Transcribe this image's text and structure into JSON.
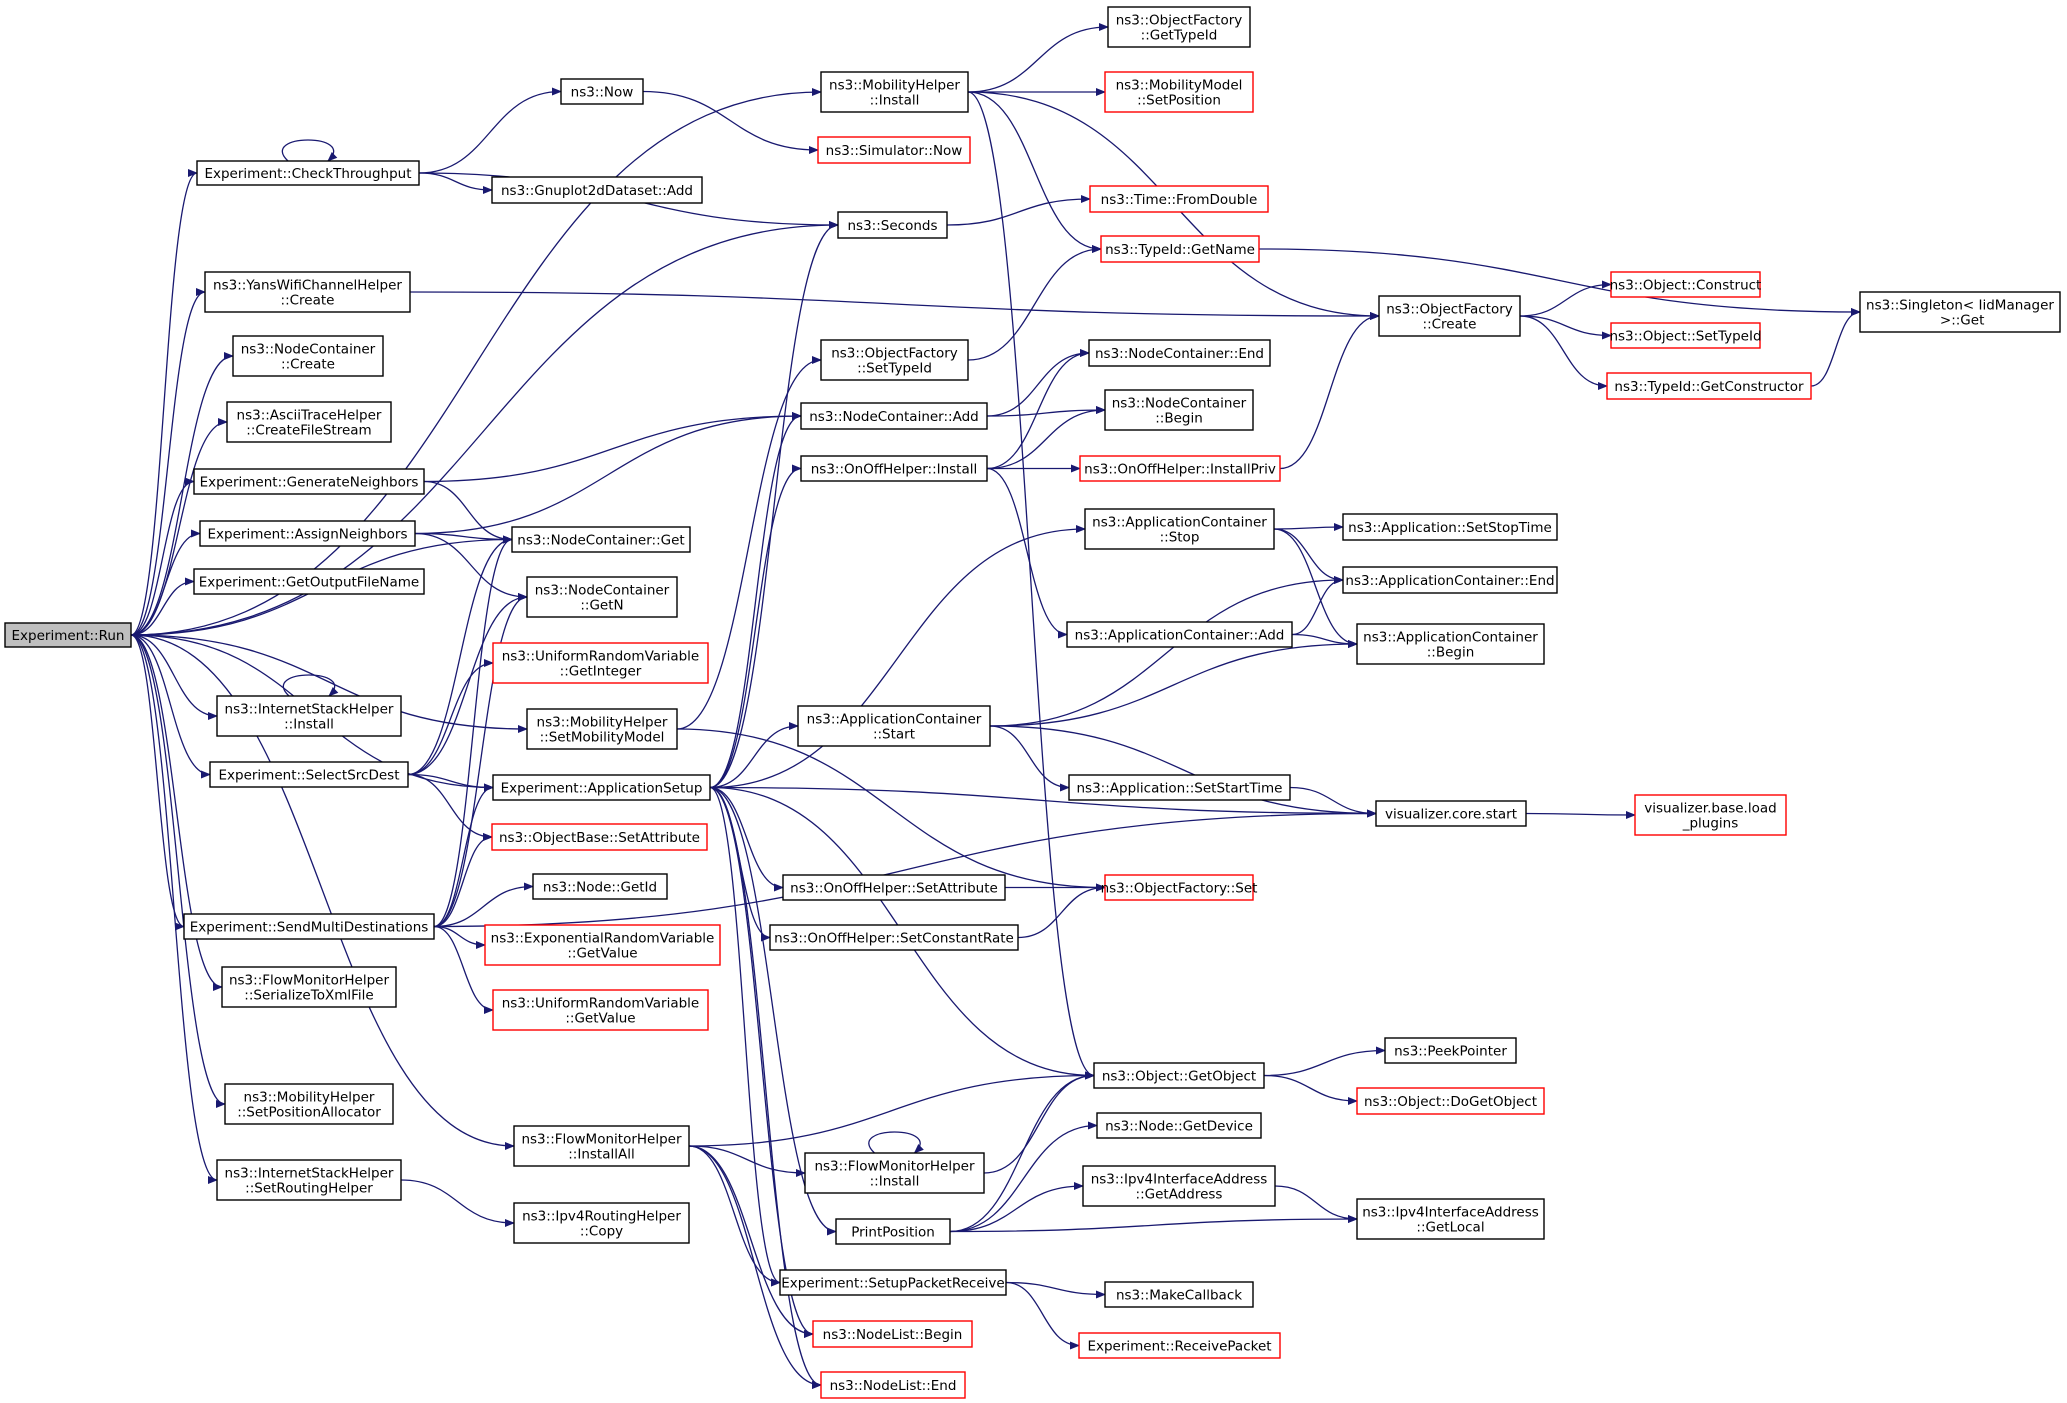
{
  "colors": {
    "edge": "#191970",
    "node_border_normal": "#000000",
    "node_border_truncated": "#ff0000",
    "root_fill": "#bfbfbf"
  },
  "nodes": [
    {
      "id": "run",
      "lines": [
        "Experiment::Run"
      ],
      "style": "root"
    },
    {
      "id": "checkThroughput",
      "lines": [
        "Experiment::CheckThroughput"
      ],
      "style": "normal"
    },
    {
      "id": "seconds",
      "lines": [
        "ns3::Seconds"
      ],
      "style": "normal"
    },
    {
      "id": "yansCreate",
      "lines": [
        "ns3::YansWifiChannelHelper",
        "::Create"
      ],
      "style": "normal"
    },
    {
      "id": "ncCreate",
      "lines": [
        "ns3::NodeContainer",
        "::Create"
      ],
      "style": "normal"
    },
    {
      "id": "asciiCreate",
      "lines": [
        "ns3::AsciiTraceHelper",
        "::CreateFileStream"
      ],
      "style": "normal"
    },
    {
      "id": "genNeighbors",
      "lines": [
        "Experiment::GenerateNeighbors"
      ],
      "style": "normal"
    },
    {
      "id": "assignNeighbors",
      "lines": [
        "Experiment::AssignNeighbors"
      ],
      "style": "normal"
    },
    {
      "id": "getOutput",
      "lines": [
        "Experiment::GetOutputFileName"
      ],
      "style": "normal"
    },
    {
      "id": "ishInstall",
      "lines": [
        "ns3::InternetStackHelper",
        "::Install"
      ],
      "style": "normal"
    },
    {
      "id": "selectSrcDest",
      "lines": [
        "Experiment::SelectSrcDest"
      ],
      "style": "normal"
    },
    {
      "id": "sendMulti",
      "lines": [
        "Experiment::SendMultiDestinations"
      ],
      "style": "normal"
    },
    {
      "id": "fmSerialize",
      "lines": [
        "ns3::FlowMonitorHelper",
        "::SerializeToXmlFile"
      ],
      "style": "normal"
    },
    {
      "id": "mhSetPos",
      "lines": [
        "ns3::MobilityHelper",
        "::SetPositionAllocator"
      ],
      "style": "normal"
    },
    {
      "id": "ishSetRouting",
      "lines": [
        "ns3::InternetStackHelper",
        "::SetRoutingHelper"
      ],
      "style": "normal"
    },
    {
      "id": "now",
      "lines": [
        "ns3::Now"
      ],
      "style": "normal"
    },
    {
      "id": "gnuplotAdd",
      "lines": [
        "ns3::Gnuplot2dDataset::Add"
      ],
      "style": "normal"
    },
    {
      "id": "ncGet",
      "lines": [
        "ns3::NodeContainer::Get"
      ],
      "style": "normal"
    },
    {
      "id": "ncGetN",
      "lines": [
        "ns3::NodeContainer",
        "::GetN"
      ],
      "style": "normal"
    },
    {
      "id": "urvGetInteger",
      "lines": [
        "ns3::UniformRandomVariable",
        "::GetInteger"
      ],
      "style": "red"
    },
    {
      "id": "mhSetMobility",
      "lines": [
        "ns3::MobilityHelper",
        "::SetMobilityModel"
      ],
      "style": "normal"
    },
    {
      "id": "appSetup",
      "lines": [
        "Experiment::ApplicationSetup"
      ],
      "style": "normal"
    },
    {
      "id": "objBaseSetAttr",
      "lines": [
        "ns3::ObjectBase::SetAttribute"
      ],
      "style": "red"
    },
    {
      "id": "nodeGetId",
      "lines": [
        "ns3::Node::GetId"
      ],
      "style": "normal"
    },
    {
      "id": "erv",
      "lines": [
        "ns3::ExponentialRandomVariable",
        "::GetValue"
      ],
      "style": "red"
    },
    {
      "id": "urvGetValue",
      "lines": [
        "ns3::UniformRandomVariable",
        "::GetValue"
      ],
      "style": "red"
    },
    {
      "id": "fmInstallAll",
      "lines": [
        "ns3::FlowMonitorHelper",
        "::InstallAll"
      ],
      "style": "normal"
    },
    {
      "id": "ipv4RoutingCopy",
      "lines": [
        "ns3::Ipv4RoutingHelper",
        "::Copy"
      ],
      "style": "normal"
    },
    {
      "id": "mhInstall",
      "lines": [
        "ns3::MobilityHelper",
        "::Install"
      ],
      "style": "normal"
    },
    {
      "id": "simNow",
      "lines": [
        "ns3::Simulator::Now"
      ],
      "style": "red"
    },
    {
      "id": "ofSetTypeId",
      "lines": [
        "ns3::ObjectFactory",
        "::SetTypeId"
      ],
      "style": "normal"
    },
    {
      "id": "ncAdd",
      "lines": [
        "ns3::NodeContainer::Add"
      ],
      "style": "normal"
    },
    {
      "id": "onoffInstall",
      "lines": [
        "ns3::OnOffHelper::Install"
      ],
      "style": "normal"
    },
    {
      "id": "acStart",
      "lines": [
        "ns3::ApplicationContainer",
        "::Start"
      ],
      "style": "normal"
    },
    {
      "id": "onoffSetAttr",
      "lines": [
        "ns3::OnOffHelper::SetAttribute"
      ],
      "style": "normal"
    },
    {
      "id": "onoffSetRate",
      "lines": [
        "ns3::OnOffHelper::SetConstantRate"
      ],
      "style": "normal"
    },
    {
      "id": "fmInstall",
      "lines": [
        "ns3::FlowMonitorHelper",
        "::Install"
      ],
      "style": "normal"
    },
    {
      "id": "printPosition",
      "lines": [
        "PrintPosition"
      ],
      "style": "normal"
    },
    {
      "id": "setupPacketReceive",
      "lines": [
        "Experiment::SetupPacketReceive"
      ],
      "style": "normal"
    },
    {
      "id": "nlBegin",
      "lines": [
        "ns3::NodeList::Begin"
      ],
      "style": "red"
    },
    {
      "id": "nlEnd",
      "lines": [
        "ns3::NodeList::End"
      ],
      "style": "red"
    },
    {
      "id": "ofGetTypeId",
      "lines": [
        "ns3::ObjectFactory",
        "::GetTypeId"
      ],
      "style": "normal"
    },
    {
      "id": "mmSetPosition",
      "lines": [
        "ns3::MobilityModel",
        "::SetPosition"
      ],
      "style": "red"
    },
    {
      "id": "timeFromDouble",
      "lines": [
        "ns3::Time::FromDouble"
      ],
      "style": "red"
    },
    {
      "id": "typeIdGetName",
      "lines": [
        "ns3::TypeId::GetName"
      ],
      "style": "red"
    },
    {
      "id": "ncEnd",
      "lines": [
        "ns3::NodeContainer::End"
      ],
      "style": "normal"
    },
    {
      "id": "ncBegin",
      "lines": [
        "ns3::NodeContainer",
        "::Begin"
      ],
      "style": "normal"
    },
    {
      "id": "onoffInstallPriv",
      "lines": [
        "ns3::OnOffHelper::InstallPriv"
      ],
      "style": "red"
    },
    {
      "id": "acStop",
      "lines": [
        "ns3::ApplicationContainer",
        "::Stop"
      ],
      "style": "normal"
    },
    {
      "id": "acAdd",
      "lines": [
        "ns3::ApplicationContainer::Add"
      ],
      "style": "normal"
    },
    {
      "id": "appSetStartTime",
      "lines": [
        "ns3::Application::SetStartTime"
      ],
      "style": "normal"
    },
    {
      "id": "ofSet",
      "lines": [
        "ns3::ObjectFactory::Set"
      ],
      "style": "red"
    },
    {
      "id": "objGetObject",
      "lines": [
        "ns3::Object::GetObject"
      ],
      "style": "normal"
    },
    {
      "id": "nodeGetDevice",
      "lines": [
        "ns3::Node::GetDevice"
      ],
      "style": "normal"
    },
    {
      "id": "ipv4GetAddress",
      "lines": [
        "ns3::Ipv4InterfaceAddress",
        "::GetAddress"
      ],
      "style": "normal"
    },
    {
      "id": "makeCallback",
      "lines": [
        "ns3::MakeCallback"
      ],
      "style": "normal"
    },
    {
      "id": "receivePacket",
      "lines": [
        "Experiment::ReceivePacket"
      ],
      "style": "red"
    },
    {
      "id": "ofCreate",
      "lines": [
        "ns3::ObjectFactory",
        "::Create"
      ],
      "style": "normal"
    },
    {
      "id": "appSetStopTime",
      "lines": [
        "ns3::Application::SetStopTime"
      ],
      "style": "normal"
    },
    {
      "id": "acEnd",
      "lines": [
        "ns3::ApplicationContainer::End"
      ],
      "style": "normal"
    },
    {
      "id": "acBegin",
      "lines": [
        "ns3::ApplicationContainer",
        "::Begin"
      ],
      "style": "normal"
    },
    {
      "id": "vizStart",
      "lines": [
        "visualizer.core.start"
      ],
      "style": "normal"
    },
    {
      "id": "peekPointer",
      "lines": [
        "ns3::PeekPointer"
      ],
      "style": "normal"
    },
    {
      "id": "doGetObject",
      "lines": [
        "ns3::Object::DoGetObject"
      ],
      "style": "red"
    },
    {
      "id": "ipv4GetLocal",
      "lines": [
        "ns3::Ipv4InterfaceAddress",
        "::GetLocal"
      ],
      "style": "normal"
    },
    {
      "id": "objConstruct",
      "lines": [
        "ns3::Object::Construct"
      ],
      "style": "red"
    },
    {
      "id": "objSetTypeId",
      "lines": [
        "ns3::Object::SetTypeId"
      ],
      "style": "red"
    },
    {
      "id": "typeIdGetConstructor",
      "lines": [
        "ns3::TypeId::GetConstructor"
      ],
      "style": "red"
    },
    {
      "id": "vizLoadPlugins",
      "lines": [
        "visualizer.base.load",
        "_plugins"
      ],
      "style": "red"
    },
    {
      "id": "singletonGet",
      "lines": [
        "ns3::Singleton< IidManager",
        " >::Get"
      ],
      "style": "normal"
    }
  ],
  "edges": [
    [
      "run",
      "mhInstall"
    ],
    [
      "run",
      "checkThroughput"
    ],
    [
      "run",
      "seconds"
    ],
    [
      "run",
      "yansCreate"
    ],
    [
      "run",
      "ncCreate"
    ],
    [
      "run",
      "asciiCreate"
    ],
    [
      "run",
      "genNeighbors"
    ],
    [
      "run",
      "assignNeighbors"
    ],
    [
      "run",
      "getOutput"
    ],
    [
      "run",
      "ncGet"
    ],
    [
      "run",
      "ishInstall"
    ],
    [
      "run",
      "selectSrcDest"
    ],
    [
      "run",
      "mhSetMobility"
    ],
    [
      "run",
      "appSetup"
    ],
    [
      "run",
      "sendMulti"
    ],
    [
      "run",
      "fmSerialize"
    ],
    [
      "run",
      "fmInstallAll"
    ],
    [
      "run",
      "mhSetPos"
    ],
    [
      "run",
      "ishSetRouting"
    ],
    [
      "checkThroughput",
      "checkThroughput"
    ],
    [
      "checkThroughput",
      "now"
    ],
    [
      "checkThroughput",
      "seconds"
    ],
    [
      "checkThroughput",
      "gnuplotAdd"
    ],
    [
      "now",
      "simNow"
    ],
    [
      "seconds",
      "timeFromDouble"
    ],
    [
      "mhInstall",
      "ofGetTypeId"
    ],
    [
      "mhInstall",
      "mmSetPosition"
    ],
    [
      "mhInstall",
      "typeIdGetName"
    ],
    [
      "mhInstall",
      "ofCreate"
    ],
    [
      "mhInstall",
      "objGetObject"
    ],
    [
      "typeIdGetName",
      "singletonGet"
    ],
    [
      "yansCreate",
      "ofCreate"
    ],
    [
      "ofCreate",
      "objConstruct"
    ],
    [
      "ofCreate",
      "objSetTypeId"
    ],
    [
      "ofCreate",
      "typeIdGetConstructor"
    ],
    [
      "typeIdGetConstructor",
      "singletonGet"
    ],
    [
      "ofSetTypeId",
      "typeIdGetName"
    ],
    [
      "genNeighbors",
      "ncAdd"
    ],
    [
      "genNeighbors",
      "ncGet"
    ],
    [
      "assignNeighbors",
      "ncAdd"
    ],
    [
      "assignNeighbors",
      "ncGet"
    ],
    [
      "assignNeighbors",
      "ncGetN"
    ],
    [
      "ncAdd",
      "ncEnd"
    ],
    [
      "ncAdd",
      "ncBegin"
    ],
    [
      "onoffInstall",
      "ncEnd"
    ],
    [
      "onoffInstall",
      "ncBegin"
    ],
    [
      "onoffInstall",
      "onoffInstallPriv"
    ],
    [
      "onoffInstall",
      "acAdd"
    ],
    [
      "onoffInstallPriv",
      "ofCreate"
    ],
    [
      "ishInstall",
      "ishInstall"
    ],
    [
      "selectSrcDest",
      "ncGet"
    ],
    [
      "selectSrcDest",
      "ncGetN"
    ],
    [
      "selectSrcDest",
      "urvGetInteger"
    ],
    [
      "selectSrcDest",
      "appSetup"
    ],
    [
      "selectSrcDest",
      "objBaseSetAttr"
    ],
    [
      "mhSetMobility",
      "ofSetTypeId"
    ],
    [
      "mhSetMobility",
      "ofSet"
    ],
    [
      "appSetup",
      "seconds"
    ],
    [
      "appSetup",
      "ncAdd"
    ],
    [
      "appSetup",
      "onoffInstall"
    ],
    [
      "appSetup",
      "acStop"
    ],
    [
      "appSetup",
      "acStart"
    ],
    [
      "appSetup",
      "vizStart"
    ],
    [
      "appSetup",
      "onoffSetAttr"
    ],
    [
      "appSetup",
      "onoffSetRate"
    ],
    [
      "appSetup",
      "objGetObject"
    ],
    [
      "appSetup",
      "printPosition"
    ],
    [
      "appSetup",
      "setupPacketReceive"
    ],
    [
      "appSetup",
      "nlBegin"
    ],
    [
      "appSetup",
      "nlEnd"
    ],
    [
      "acStop",
      "appSetStopTime"
    ],
    [
      "acStop",
      "acEnd"
    ],
    [
      "acStop",
      "acBegin"
    ],
    [
      "acAdd",
      "acEnd"
    ],
    [
      "acAdd",
      "acBegin"
    ],
    [
      "acStart",
      "acEnd"
    ],
    [
      "acStart",
      "acBegin"
    ],
    [
      "acStart",
      "appSetStartTime"
    ],
    [
      "acStart",
      "vizStart"
    ],
    [
      "appSetStartTime",
      "vizStart"
    ],
    [
      "vizStart",
      "vizLoadPlugins"
    ],
    [
      "onoffSetAttr",
      "ofSet"
    ],
    [
      "onoffSetRate",
      "ofSet"
    ],
    [
      "sendMulti",
      "ncGet"
    ],
    [
      "sendMulti",
      "ncGetN"
    ],
    [
      "sendMulti",
      "appSetup"
    ],
    [
      "sendMulti",
      "objBaseSetAttr"
    ],
    [
      "sendMulti",
      "nodeGetId"
    ],
    [
      "sendMulti",
      "erv"
    ],
    [
      "sendMulti",
      "urvGetValue"
    ],
    [
      "sendMulti",
      "vizStart"
    ],
    [
      "fmInstallAll",
      "objGetObject"
    ],
    [
      "fmInstallAll",
      "fmInstall"
    ],
    [
      "fmInstallAll",
      "setupPacketReceive"
    ],
    [
      "fmInstallAll",
      "nlBegin"
    ],
    [
      "fmInstallAll",
      "nlEnd"
    ],
    [
      "fmInstall",
      "fmInstall"
    ],
    [
      "fmInstall",
      "objGetObject"
    ],
    [
      "objGetObject",
      "peekPointer"
    ],
    [
      "objGetObject",
      "doGetObject"
    ],
    [
      "printPosition",
      "objGetObject"
    ],
    [
      "printPosition",
      "nodeGetDevice"
    ],
    [
      "printPosition",
      "ipv4GetAddress"
    ],
    [
      "printPosition",
      "ipv4GetLocal"
    ],
    [
      "ipv4GetAddress",
      "ipv4GetLocal"
    ],
    [
      "setupPacketReceive",
      "makeCallback"
    ],
    [
      "setupPacketReceive",
      "receivePacket"
    ],
    [
      "ishSetRouting",
      "ipv4RoutingCopy"
    ]
  ]
}
